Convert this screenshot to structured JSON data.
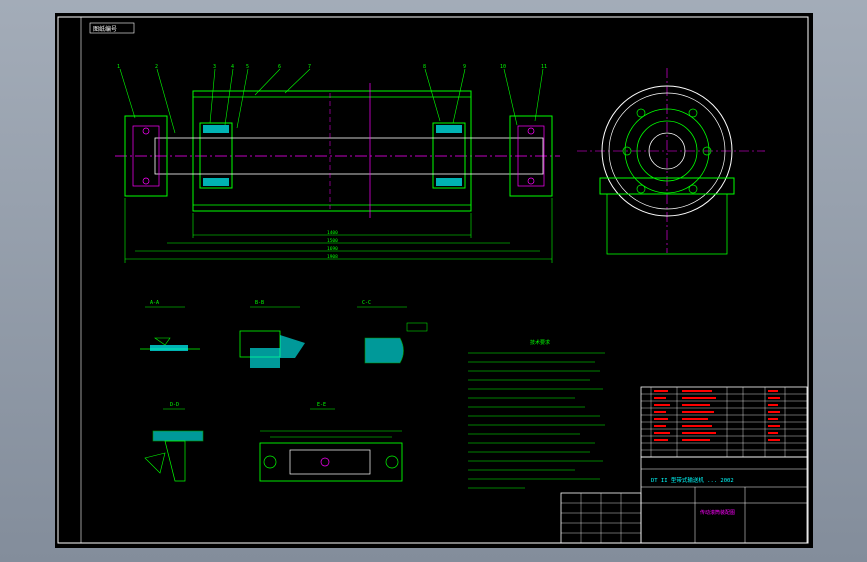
{
  "drawing": {
    "title_tag": "图纸编号",
    "title_block_main": "DT II 型带式输送机 ... 2002",
    "title_block_sub": "传动滚筒装配图",
    "tech_req_title": "技术要求",
    "section_labels": [
      "A-A",
      "B-B",
      "C-C",
      "D-D",
      "E-E"
    ],
    "balloons": [
      "1",
      "2",
      "3",
      "4",
      "5",
      "6",
      "7",
      "8",
      "9",
      "10",
      "11"
    ],
    "dimension_labels": [
      "1400",
      "1500",
      "1690",
      "1908"
    ]
  },
  "colors": {
    "background": "#000000",
    "frame": "#ffffff",
    "geometry": "#00ff00",
    "centerline": "#ff00ff",
    "annotation": "#00ffff",
    "outline": "#ffffff"
  }
}
